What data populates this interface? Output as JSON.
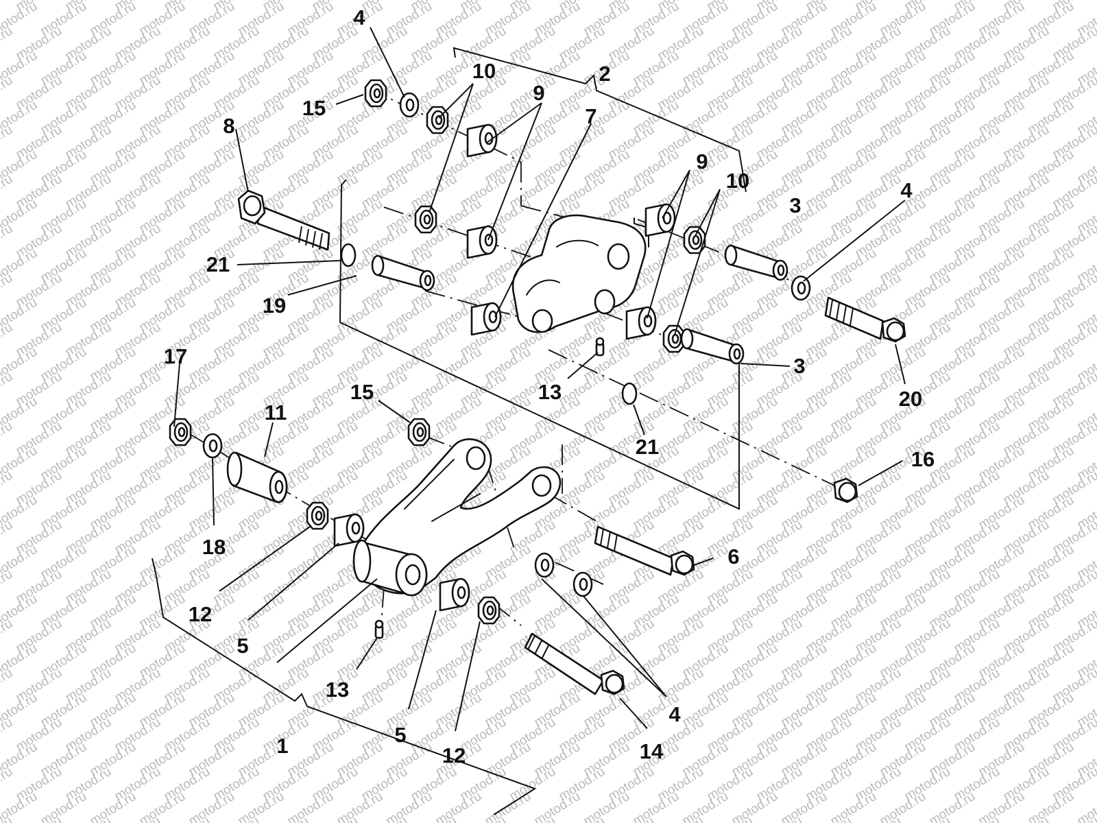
{
  "watermark": "motod.ru",
  "callouts": [
    {
      "id": "c1",
      "text": "1"
    },
    {
      "id": "c2",
      "text": "2"
    },
    {
      "id": "c3a",
      "text": "3"
    },
    {
      "id": "c3b",
      "text": "3"
    },
    {
      "id": "c4a",
      "text": "4"
    },
    {
      "id": "c4b",
      "text": "4"
    },
    {
      "id": "c4c",
      "text": "4"
    },
    {
      "id": "c5a",
      "text": "5"
    },
    {
      "id": "c5b",
      "text": "5"
    },
    {
      "id": "c6",
      "text": "6"
    },
    {
      "id": "c7",
      "text": "7"
    },
    {
      "id": "c8",
      "text": "8"
    },
    {
      "id": "c9a",
      "text": "9"
    },
    {
      "id": "c9b",
      "text": "9"
    },
    {
      "id": "c10a",
      "text": "10"
    },
    {
      "id": "c10b",
      "text": "10"
    },
    {
      "id": "c11",
      "text": "11"
    },
    {
      "id": "c12a",
      "text": "12"
    },
    {
      "id": "c12b",
      "text": "12"
    },
    {
      "id": "c13a",
      "text": "13"
    },
    {
      "id": "c13b",
      "text": "13"
    },
    {
      "id": "c14",
      "text": "14"
    },
    {
      "id": "c15a",
      "text": "15"
    },
    {
      "id": "c15b",
      "text": "15"
    },
    {
      "id": "c16",
      "text": "16"
    },
    {
      "id": "c17",
      "text": "17"
    },
    {
      "id": "c18",
      "text": "18"
    },
    {
      "id": "c19",
      "text": "19"
    },
    {
      "id": "c20",
      "text": "20"
    },
    {
      "id": "c21a",
      "text": "21"
    },
    {
      "id": "c21b",
      "text": "21"
    }
  ]
}
